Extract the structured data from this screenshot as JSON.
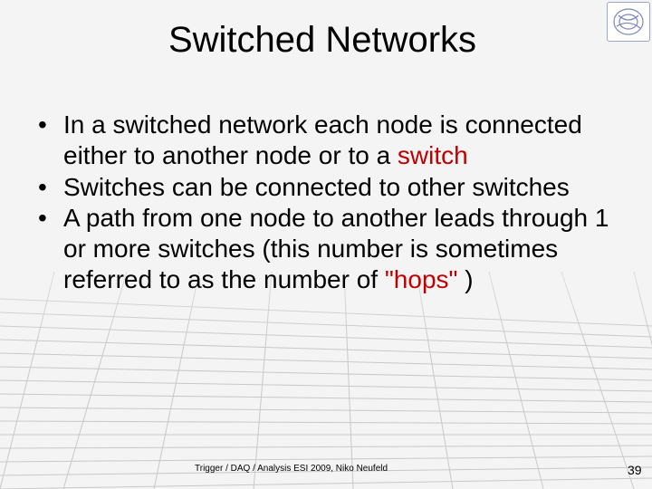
{
  "slide": {
    "title": "Switched Networks",
    "bullets": [
      {
        "before": "In a switched network each node is connected either to another node or to a ",
        "highlight": "switch",
        "after": ""
      },
      {
        "before": "Switches can be connected to other switches",
        "highlight": "",
        "after": ""
      },
      {
        "before": "A path from one node to another leads through 1 or more switches (this number is sometimes referred to as the number of ",
        "highlight": "\"hops\"",
        "after": " )"
      }
    ],
    "footer": "Trigger / DAQ / Analysis ESI 2009, Niko Neufeld",
    "page_number": "39",
    "logo_icon": "cern-logo-icon"
  },
  "colors": {
    "highlight": "#c00000",
    "background": "#f4f4f4",
    "logo_border": "#9aa5c8"
  }
}
